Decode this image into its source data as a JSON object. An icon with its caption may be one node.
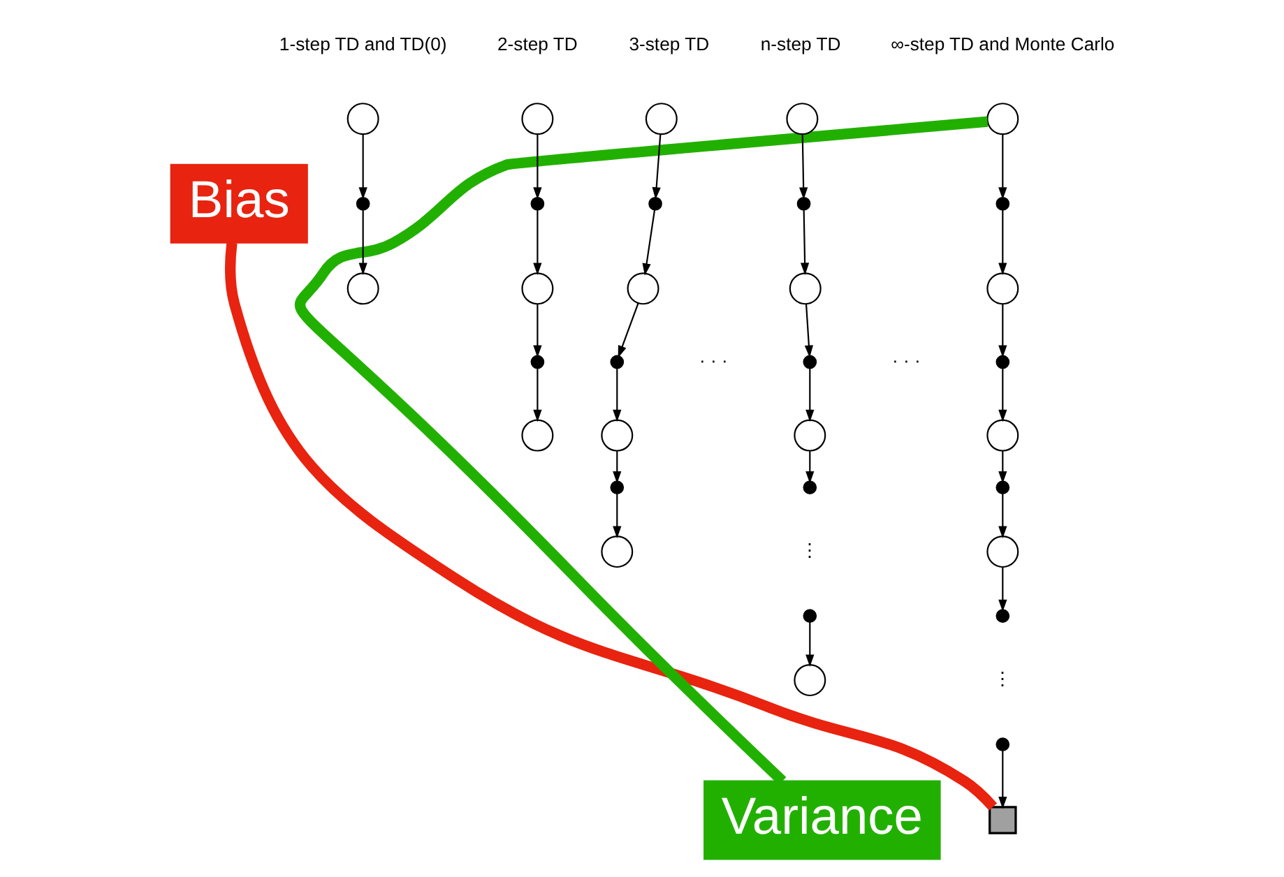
{
  "diagram": {
    "nodes": [
      {
        "text": [
          "Bias"
        ]
      },
      {
        "text": [
          "Variance"
        ]
      },
      {
        "text": [],
        "shape": "circle"
      },
      {
        "text": [],
        "shape": "dot"
      },
      {
        "text": [],
        "shape": "circle"
      },
      {
        "text": [],
        "shape": "circle"
      },
      {
        "text": [],
        "shape": "dot"
      },
      {
        "text": [],
        "shape": "circle"
      },
      {
        "text": [],
        "shape": "dot"
      },
      {
        "text": [],
        "shape": "circle"
      },
      {
        "text": [],
        "shape": "circle"
      },
      {
        "text": [],
        "shape": "dot"
      },
      {
        "text": [],
        "shape": "circle"
      },
      {
        "text": [],
        "shape": "dot"
      },
      {
        "text": [],
        "shape": "circle"
      },
      {
        "text": [],
        "shape": "dot"
      },
      {
        "text": [],
        "shape": "circle"
      },
      {
        "text": [],
        "shape": "circle"
      },
      {
        "text": [],
        "shape": "dot"
      },
      {
        "text": [],
        "shape": "circle"
      },
      {
        "text": [],
        "shape": "dot"
      },
      {
        "text": [],
        "shape": "circle"
      },
      {
        "text": [],
        "shape": "dot"
      },
      {
        "text": [],
        "shape": "dot"
      },
      {
        "text": [],
        "shape": "circle"
      },
      {
        "text": [],
        "shape": "circle"
      },
      {
        "text": [],
        "shape": "dot"
      },
      {
        "text": [],
        "shape": "circle"
      },
      {
        "text": [],
        "shape": "dot"
      },
      {
        "text": [],
        "shape": "circle"
      },
      {
        "text": [],
        "shape": "dot"
      },
      {
        "text": [],
        "shape": "circle"
      },
      {
        "text": [],
        "shape": "dot"
      },
      {
        "text": [],
        "shape": "dot"
      },
      {
        "text": [],
        "shape": "box"
      }
    ],
    "edges": [
      {
        "from": 2,
        "to": 3,
        "arrow": "to"
      },
      {
        "from": 3,
        "to": 4,
        "arrow": "to"
      },
      {
        "from": 5,
        "to": 6,
        "arrow": "to"
      },
      {
        "from": 6,
        "to": 7,
        "arrow": "to"
      },
      {
        "from": 7,
        "to": 8,
        "arrow": "to"
      },
      {
        "from": 8,
        "to": 9,
        "arrow": "to"
      },
      {
        "from": 10,
        "to": 11,
        "arrow": "to"
      },
      {
        "from": 11,
        "to": 12,
        "arrow": "to"
      },
      {
        "from": 12,
        "to": 13,
        "arrow": "to"
      },
      {
        "from": 13,
        "to": 14,
        "arrow": "to"
      },
      {
        "from": 14,
        "to": 15,
        "arrow": "to"
      },
      {
        "from": 15,
        "to": 16,
        "arrow": "to"
      },
      {
        "from": 17,
        "to": 18,
        "arrow": "to"
      },
      {
        "from": 18,
        "to": 19,
        "arrow": "to"
      },
      {
        "from": 19,
        "to": 20,
        "arrow": "to"
      },
      {
        "from": 20,
        "to": 21,
        "arrow": "to"
      },
      {
        "from": 21,
        "to": 22,
        "arrow": "to"
      },
      {
        "from": 23,
        "to": 24,
        "arrow": "to"
      },
      {
        "from": 25,
        "to": 26,
        "arrow": "to"
      },
      {
        "from": 26,
        "to": 27,
        "arrow": "to"
      },
      {
        "from": 27,
        "to": 28,
        "arrow": "to"
      },
      {
        "from": 28,
        "to": 29,
        "arrow": "to"
      },
      {
        "from": 29,
        "to": 30,
        "arrow": "to"
      },
      {
        "from": 30,
        "to": 31,
        "arrow": "to"
      },
      {
        "from": 31,
        "to": 32,
        "arrow": "to"
      },
      {
        "from": 33,
        "to": 34,
        "arrow": "to"
      },
      {
        "from": 0,
        "to": 34,
        "arrow": "none",
        "style": "thick",
        "color": "#e8230f"
      },
      {
        "from": 1,
        "to": 25,
        "arrow": "none",
        "style": "thick",
        "color": "#22b000"
      }
    ],
    "labels": [
      "1-step TD and TD(0)",
      "2-step TD",
      "3-step TD",
      "n-step TD",
      "∞-step TD and Monte Carlo",
      "· · ·",
      "· · ·",
      "⋮",
      "⋮"
    ]
  }
}
